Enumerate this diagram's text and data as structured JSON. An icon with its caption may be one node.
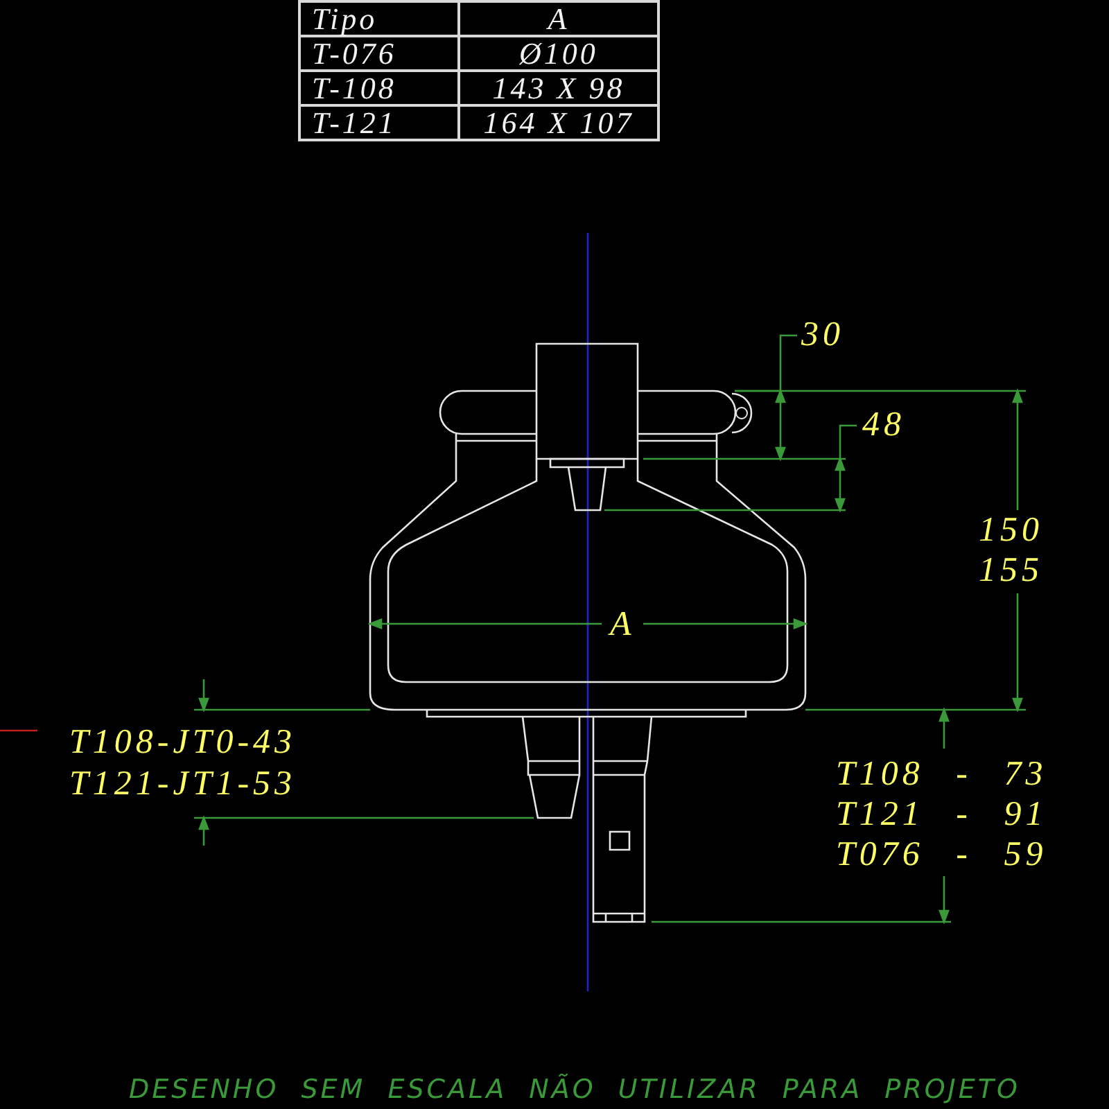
{
  "diagram": {
    "labels": [
      "Tipo",
      "A",
      "T-076",
      "Ø100",
      "T-108",
      "143 X 98",
      "T-121",
      "164 X 107",
      "30",
      "48",
      "150",
      "155",
      "A",
      "T108-JT0-43",
      "T121-JT1-53",
      "T108 - 73",
      "T121 - 91",
      "T076 - 59",
      "DESENHO SEM ESCALA NÃO UTILIZAR PARA PROJETO"
    ]
  }
}
